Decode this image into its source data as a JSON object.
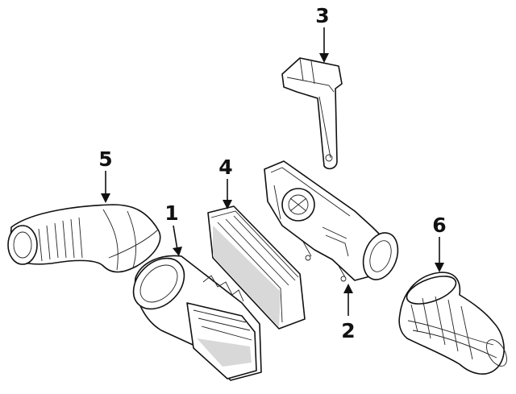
{
  "callouts": [
    {
      "id": "1",
      "label": "1",
      "part": "air-duct-housing"
    },
    {
      "id": "2",
      "label": "2",
      "part": "air-cleaner-housing"
    },
    {
      "id": "3",
      "label": "3",
      "part": "mounting-bracket"
    },
    {
      "id": "4",
      "label": "4",
      "part": "air-filter-element"
    },
    {
      "id": "5",
      "label": "5",
      "part": "intake-tube"
    },
    {
      "id": "6",
      "label": "6",
      "part": "outlet-hose"
    }
  ],
  "colors": {
    "ink": "#111111",
    "background": "#ffffff",
    "shade": "#d8d8d8"
  }
}
